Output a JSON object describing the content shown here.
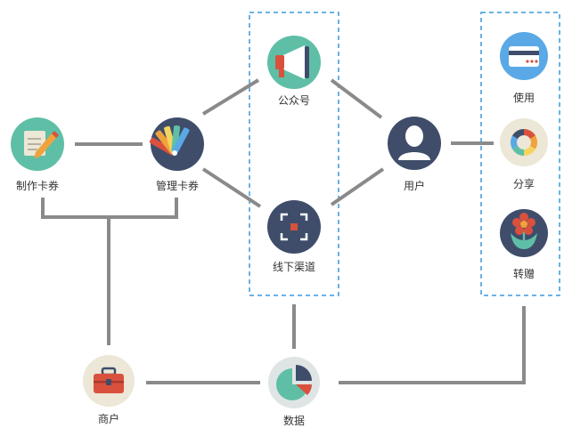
{
  "nodes": {
    "make_card": {
      "label": "制作卡券",
      "icon": "edit-notepad-icon"
    },
    "manage_card": {
      "label": "管理卡券",
      "icon": "color-swatch-icon"
    },
    "official_account": {
      "label": "公众号",
      "icon": "megaphone-icon"
    },
    "offline_channel": {
      "label": "线下渠道",
      "icon": "scan-frame-icon"
    },
    "user": {
      "label": "用户",
      "icon": "user-avatar-icon"
    },
    "use": {
      "label": "使用",
      "icon": "credit-card-icon"
    },
    "share": {
      "label": "分享",
      "icon": "color-wheel-icon"
    },
    "gift": {
      "label": "转赠",
      "icon": "flower-icon"
    },
    "merchant": {
      "label": "商户",
      "icon": "briefcase-icon"
    },
    "data": {
      "label": "数据",
      "icon": "pie-chart-icon"
    }
  },
  "colors": {
    "connector": "#8a8a8a",
    "dashed_border": "#3a9ad9",
    "teal": "#5fbfa6",
    "navy": "#3f4d6b",
    "sky": "#5aa9e6",
    "beige": "#ece7d6",
    "pale": "#dfe5e4",
    "red": "#d9513d",
    "orange": "#f0a23b",
    "white": "#ffffff"
  }
}
